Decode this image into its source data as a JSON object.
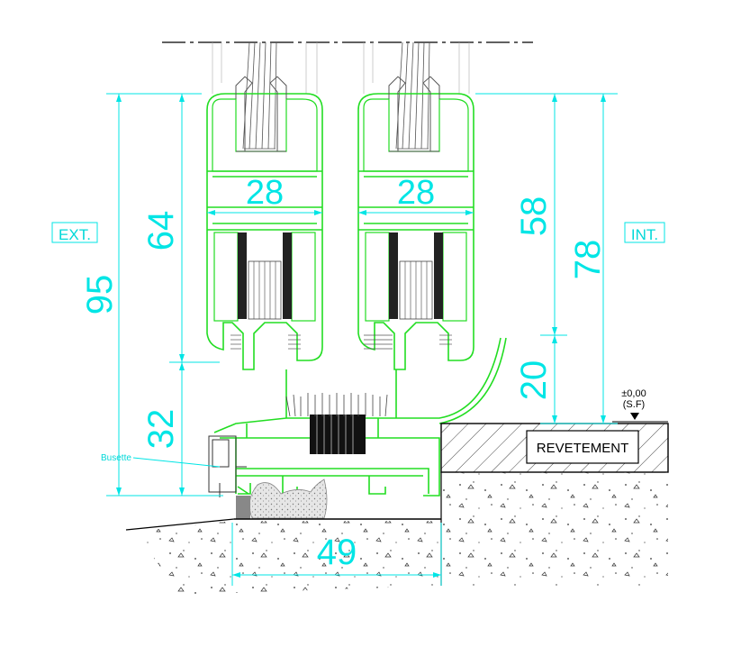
{
  "labels": {
    "ext": "EXT.",
    "int": "INT.",
    "busette": "Busette",
    "revetement": "REVETEMENT",
    "level": "±0,00",
    "level_sub": "(S.F)"
  },
  "dimensions": {
    "width_left": "28",
    "width_right": "28",
    "overall_left": "95",
    "upper_left": "64",
    "lower_left": "32",
    "upper_right": "58",
    "overall_right": "78",
    "lower_right": "20",
    "base_width": "49"
  },
  "colors": {
    "profile": "#22dd22",
    "dimension": "#00e5e5",
    "outline": "#000000"
  }
}
